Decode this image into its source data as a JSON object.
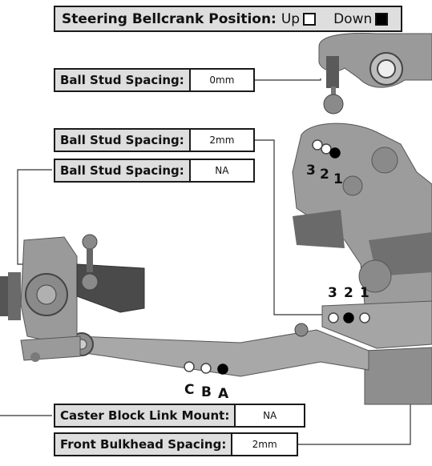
{
  "header": {
    "title": "Steering Bellcrank Position:",
    "option_up": "Up",
    "option_down": "Down",
    "selected": "Down"
  },
  "settings": [
    {
      "label": "Ball Stud Spacing:",
      "value": "0mm"
    },
    {
      "label": "Ball Stud Spacing:",
      "value": "2mm"
    },
    {
      "label": "Ball Stud Spacing:",
      "value": "NA"
    },
    {
      "label": "Caster Block Link Mount:",
      "value": "NA"
    },
    {
      "label": "Front Bulkhead Spacing:",
      "value": "2mm"
    }
  ],
  "position_labels": {
    "tower": [
      "3",
      "2",
      "1"
    ],
    "bulkhead": [
      "3",
      "2",
      "1"
    ],
    "link": [
      "C",
      "B",
      "A"
    ]
  },
  "colors": {
    "part_gray": "#9a9a9a",
    "part_dark": "#4a4a4a",
    "selected_hole": "#000000",
    "label_bg": "#dedede"
  }
}
